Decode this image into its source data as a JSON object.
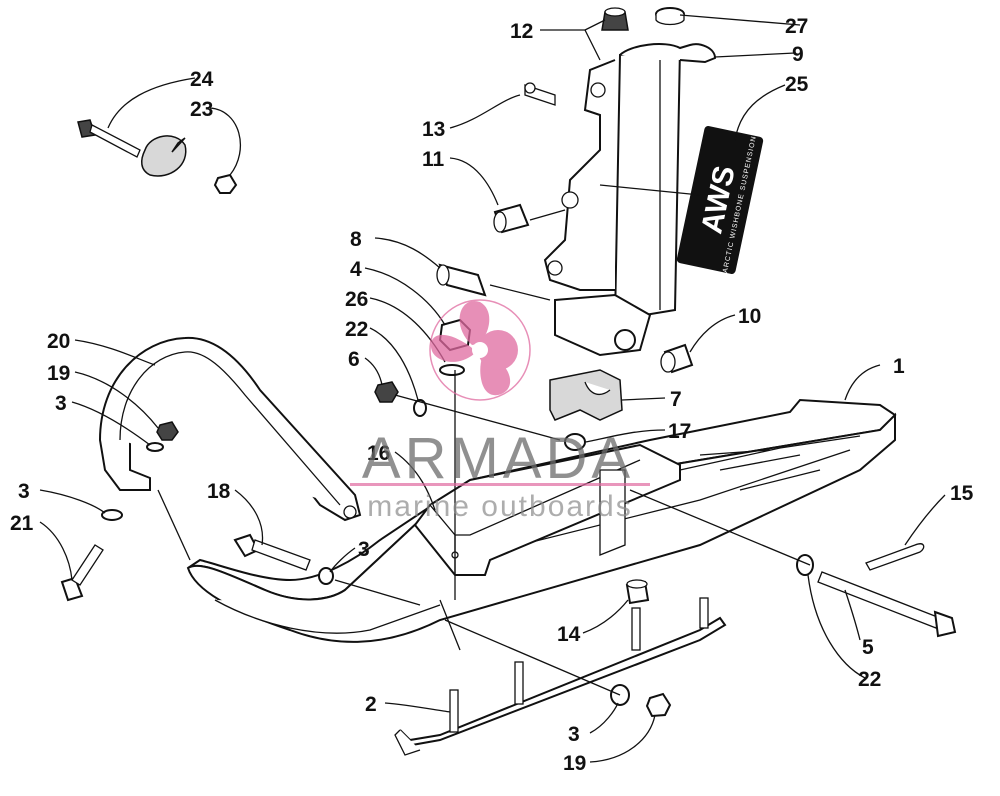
{
  "diagram": {
    "callouts": [
      {
        "id": "c12",
        "label": "12"
      },
      {
        "id": "c27",
        "label": "27"
      },
      {
        "id": "c9",
        "label": "9"
      },
      {
        "id": "c25",
        "label": "25"
      },
      {
        "id": "c24",
        "label": "24"
      },
      {
        "id": "c23",
        "label": "23"
      },
      {
        "id": "c13",
        "label": "13"
      },
      {
        "id": "c11",
        "label": "11"
      },
      {
        "id": "c8",
        "label": "8"
      },
      {
        "id": "c4",
        "label": "4"
      },
      {
        "id": "c26",
        "label": "26"
      },
      {
        "id": "c22a",
        "label": "22"
      },
      {
        "id": "c10",
        "label": "10"
      },
      {
        "id": "c1",
        "label": "1"
      },
      {
        "id": "c6",
        "label": "6"
      },
      {
        "id": "c7",
        "label": "7"
      },
      {
        "id": "c20",
        "label": "20"
      },
      {
        "id": "c19a",
        "label": "19"
      },
      {
        "id": "c3a",
        "label": "3"
      },
      {
        "id": "c17",
        "label": "17"
      },
      {
        "id": "c16",
        "label": "16"
      },
      {
        "id": "c18",
        "label": "18"
      },
      {
        "id": "c3b",
        "label": "3"
      },
      {
        "id": "c21",
        "label": "21"
      },
      {
        "id": "c3c",
        "label": "3"
      },
      {
        "id": "c15",
        "label": "15"
      },
      {
        "id": "c14",
        "label": "14"
      },
      {
        "id": "c5",
        "label": "5"
      },
      {
        "id": "c22b",
        "label": "22"
      },
      {
        "id": "c2",
        "label": "2"
      },
      {
        "id": "c3d",
        "label": "3"
      },
      {
        "id": "c19b",
        "label": "19"
      }
    ],
    "decal": {
      "logo_text": "AWS",
      "tagline": "ARCTIC WISHBONE SUSPENSION"
    }
  },
  "watermark": {
    "title": "ARMADA",
    "subtitle": "marine outboards",
    "accent_color": "#e06aa0",
    "gray_color": "#6b6b6b"
  }
}
